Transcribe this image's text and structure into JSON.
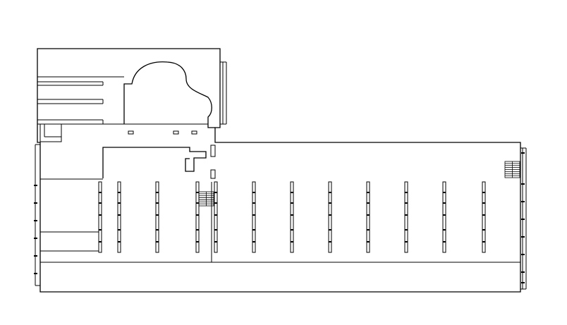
{
  "drawing": {
    "kind": "floor-plan",
    "line_color": "#000000",
    "background": "#ffffff",
    "structural_bays": 12,
    "stairways": 2
  }
}
